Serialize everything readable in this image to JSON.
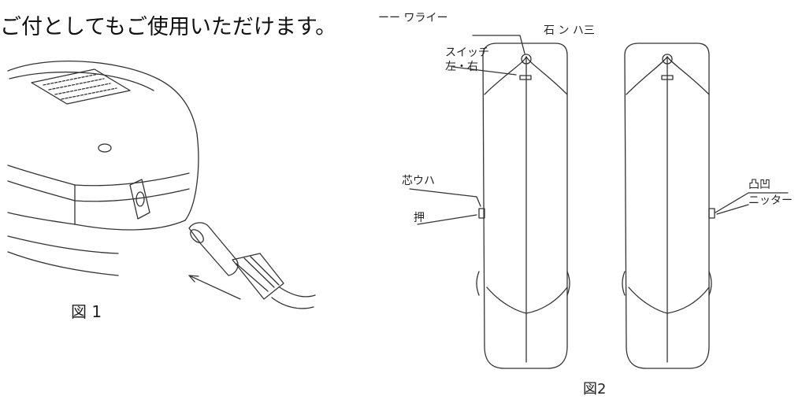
{
  "document": {
    "top_text": "ご付としてもご使用いただけます。"
  },
  "figure1": {
    "caption": "図 1",
    "colors": {
      "line": "#333333"
    }
  },
  "figure2": {
    "caption": "図2",
    "labels": {
      "top_a": "ーー ワライー",
      "top_b": "石 ン ハ三",
      "switch": "スイッチ",
      "switch_sub": "左・右",
      "left_mid": "芯ウハ",
      "left_push": "押",
      "right_a": "凸凹",
      "right_b": "ニッター"
    },
    "colors": {
      "line": "#333333"
    }
  }
}
